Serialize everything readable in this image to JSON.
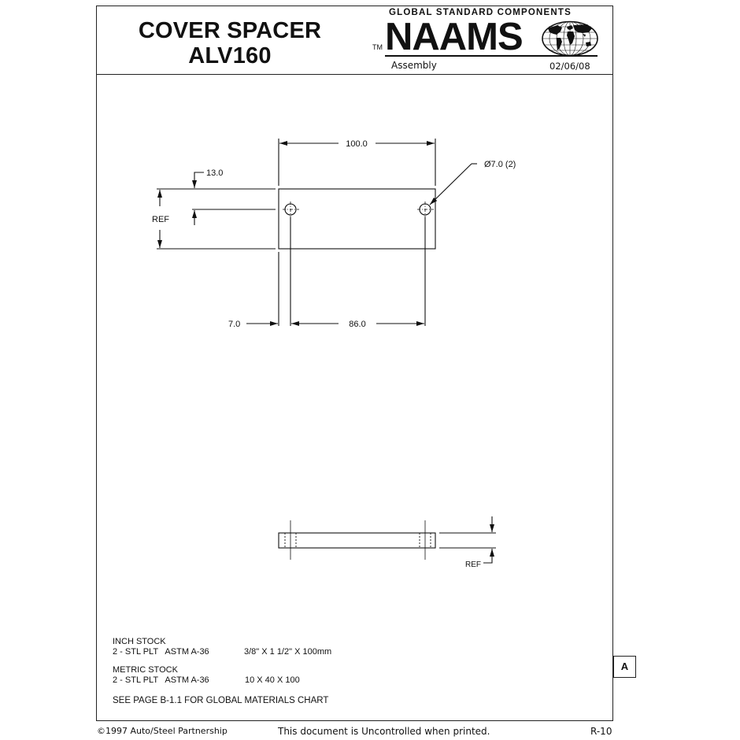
{
  "header": {
    "title_line1": "COVER SPACER",
    "title_line2": "ALV160",
    "trademark": "TM",
    "brand_tagline": "GLOBAL STANDARD COMPONENTS",
    "brand_name": "NAAMS",
    "brand_logo_icon": "world-globe-icon",
    "category": "Assembly",
    "date": "02/06/08"
  },
  "drawing": {
    "top_view": {
      "overall_length": "100.0",
      "hole_callout": "Ø7.0 (2)",
      "hole_offset_from_top": "13.0",
      "height_ref": "REF",
      "hole_offset_from_left": "7.0",
      "hole_spacing": "86.0"
    },
    "side_view": {
      "thickness_ref": "REF"
    }
  },
  "notes": {
    "inch_stock_heading": "INCH STOCK",
    "inch_stock_material": "2 - STL PLT   ASTM A-36",
    "inch_stock_size": "3/8\" X 1 1/2\" X 100mm",
    "metric_stock_heading": "METRIC STOCK",
    "metric_stock_material": "2 - STL PLT   ASTM A-36",
    "metric_stock_size": "10 X 40 X 100",
    "materials_reference": "SEE PAGE B-1.1 FOR GLOBAL MATERIALS CHART"
  },
  "revision": "A",
  "footer": {
    "copyright": "©1997 Auto/Steel Partnership",
    "disclaimer": "This document is Uncontrolled when printed.",
    "page_number": "R-10"
  },
  "colors": {
    "line": "#111111",
    "background": "#ffffff"
  }
}
